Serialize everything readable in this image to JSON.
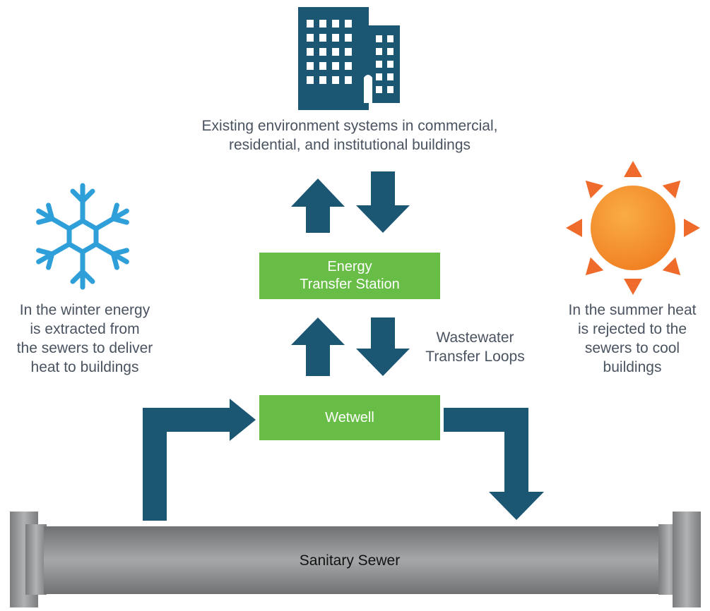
{
  "buildings": {
    "icon": "office-building-icon",
    "caption_lines": [
      "Existing environment systems in commercial,",
      "residential, and institutional buildings"
    ]
  },
  "winter": {
    "icon": "snowflake-icon",
    "caption_lines": [
      "In the winter energy",
      "is extracted from",
      "the sewers to deliver",
      "heat to buildings"
    ]
  },
  "summer": {
    "icon": "sun-icon",
    "caption_lines": [
      "In the summer heat",
      "is rejected to the",
      "sewers to cool",
      "buildings"
    ]
  },
  "energy_station": {
    "lines": [
      "Energy",
      "Transfer Station"
    ]
  },
  "wastewater_loops": {
    "lines": [
      "Wastewater",
      "Transfer Loops"
    ]
  },
  "wetwell": {
    "label": "Wetwell"
  },
  "sewer": {
    "label": "Sanitary Sewer"
  },
  "colors": {
    "arrow": "#1b5673",
    "green_box": "#67bd45",
    "snowflake": "#2e9fd9",
    "sun_core": "#f48c2b",
    "sun_rays": "#ef6b2c",
    "pipe": "#8f9193",
    "text": "#4a5360"
  }
}
